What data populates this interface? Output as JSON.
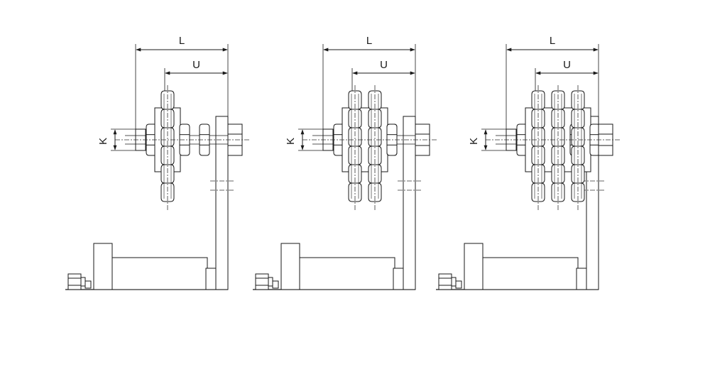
{
  "diagram": {
    "description_labels": {
      "length": "L",
      "offset": "U",
      "height": "K"
    },
    "variants": [
      {
        "id": "single",
        "sprocket_count": 1
      },
      {
        "id": "double",
        "sprocket_count": 2
      },
      {
        "id": "triple",
        "sprocket_count": 3
      }
    ],
    "colors": {
      "line": "#1a1a1a",
      "centerline": "#333333",
      "background": "#ffffff"
    }
  }
}
